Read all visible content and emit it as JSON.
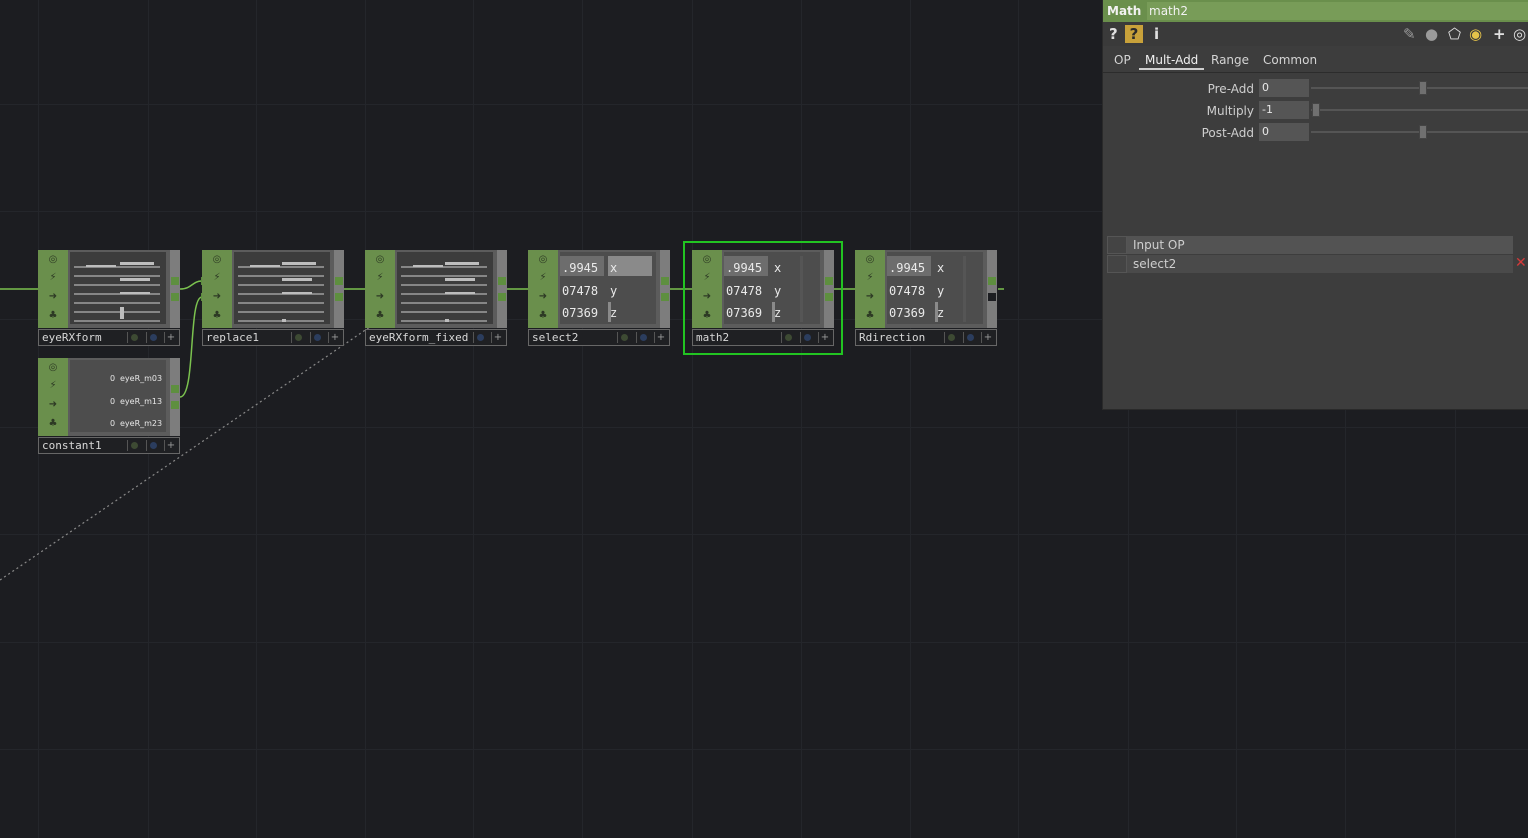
{
  "nodes": [
    {
      "name": "eyeRXform"
    },
    {
      "name": "replace1"
    },
    {
      "name": "eyeRXform_fixed"
    },
    {
      "name": "select2",
      "rows": [
        {
          "value": ".9945",
          "label": "x"
        },
        {
          "value": "07478",
          "label": "y"
        },
        {
          "value": "07369",
          "label": "z"
        }
      ]
    },
    {
      "name": "math2",
      "rows": [
        {
          "value": ".9945",
          "label": "x"
        },
        {
          "value": "07478",
          "label": "y"
        },
        {
          "value": "07369",
          "label": "z"
        }
      ]
    },
    {
      "name": "Rdirection",
      "rows": [
        {
          "value": ".9945",
          "label": "x"
        },
        {
          "value": "07478",
          "label": "y"
        },
        {
          "value": "07369",
          "label": "z"
        }
      ]
    },
    {
      "name": "constant1",
      "channels": [
        {
          "value": "0",
          "label": "eyeR_m03"
        },
        {
          "value": "0",
          "label": "eyeR_m13"
        },
        {
          "value": "0",
          "label": "eyeR_m23"
        }
      ]
    }
  ],
  "param_panel": {
    "op_type": "Math",
    "op_name": "math2",
    "toolbar_icons": [
      "help-icon",
      "python-help-icon",
      "info-icon",
      "edit-icon",
      "comment-icon",
      "clone-icon",
      "python-icon",
      "add-icon",
      "target-icon"
    ],
    "tabs": [
      "OP",
      "Mult-Add",
      "Range",
      "Common"
    ],
    "active_tab": "Mult-Add",
    "params": [
      {
        "label": "Pre-Add",
        "value": "0"
      },
      {
        "label": "Multiply",
        "value": "-1"
      },
      {
        "label": "Post-Add",
        "value": "0"
      }
    ],
    "input_table": {
      "header": "Input OP",
      "rows": [
        "select2"
      ]
    }
  },
  "colors": {
    "background": "#1c1d21",
    "node_green": "#6a8f4c",
    "wire_green": "#7bc24f",
    "selected_outline": "#22c422",
    "delete_red": "#d23a3a"
  }
}
